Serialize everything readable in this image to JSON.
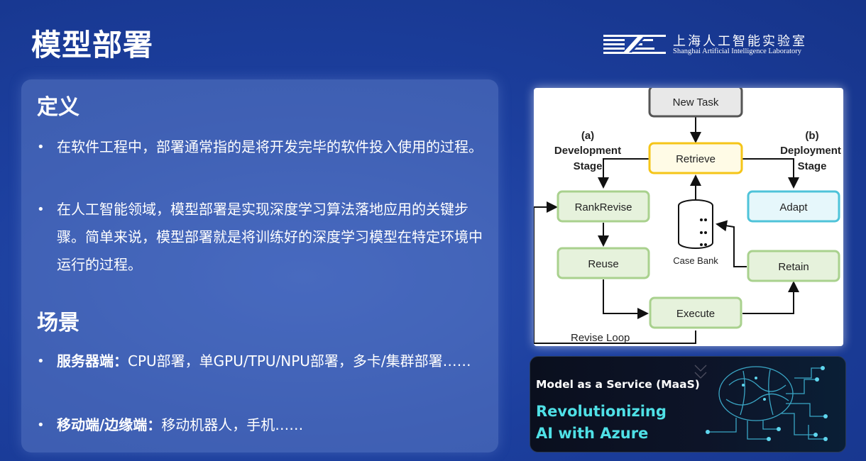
{
  "slide": {
    "title": "模型部署"
  },
  "logo": {
    "name_cn": "上海人工智能实验室",
    "name_en": "Shanghai Artificial Intelligence Laboratory"
  },
  "definition": {
    "title": "定义",
    "bullets": [
      "在软件工程中，部署通常指的是将开发完毕的软件投入使用的过程。",
      "在人工智能领域，模型部署是实现深度学习算法落地应用的关键步骤。简单来说，模型部署就是将训练好的深度学习模型在特定环境中运行的过程。"
    ]
  },
  "scenarios": {
    "title": "场景",
    "items": [
      {
        "label": "服务器端：",
        "text": "CPU部署，单GPU/TPU/NPU部署，多卡/集群部署……"
      },
      {
        "label": "移动端/边缘端：",
        "text": "移动机器人，手机……"
      }
    ]
  },
  "diagram": {
    "nodes": {
      "new_task": "New Task",
      "retrieve": "Retrieve",
      "rankrevise": "RankRevise",
      "adapt": "Adapt",
      "reuse": "Reuse",
      "retain": "Retain",
      "execute": "Execute",
      "case_bank": "Case Bank"
    },
    "stage_a": [
      "(a)",
      "Development",
      "Stage"
    ],
    "stage_b": [
      "(b)",
      "Deployment",
      "Stage"
    ],
    "loop_label": "Revise Loop",
    "colors": {
      "new_task_fill": "#e8e8e8",
      "new_task_stroke": "#555555",
      "retrieve_fill": "#fffbe6",
      "retrieve_stroke": "#f5c518",
      "green_fill": "#e6f2dc",
      "green_stroke": "#a9d18e",
      "adapt_fill": "#e6f7fb",
      "adapt_stroke": "#4fc3d9"
    }
  },
  "maas": {
    "kicker": "Model as a Service (MaaS)",
    "headline_line1": "Revolutionizing",
    "headline_line2": "AI with Azure",
    "accent": "#4fe0e6"
  }
}
